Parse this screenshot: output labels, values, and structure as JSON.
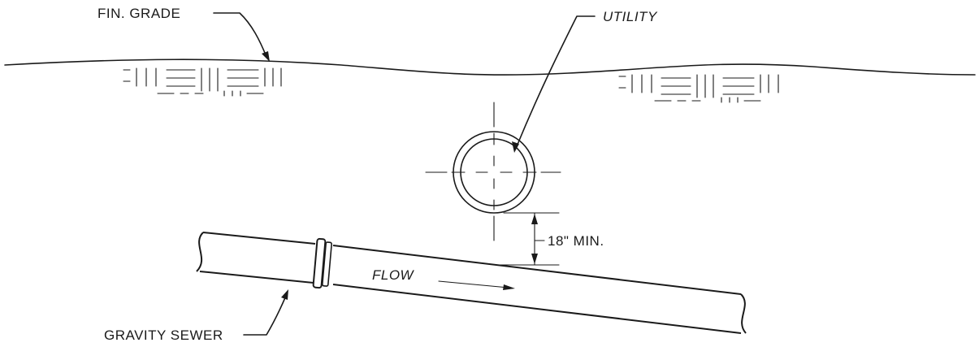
{
  "labels": {
    "fin_grade": "FIN. GRADE",
    "utility": "UTILITY",
    "clearance": "18\" MIN.",
    "flow": "FLOW",
    "gravity_sewer": "GRAVITY SEWER"
  }
}
